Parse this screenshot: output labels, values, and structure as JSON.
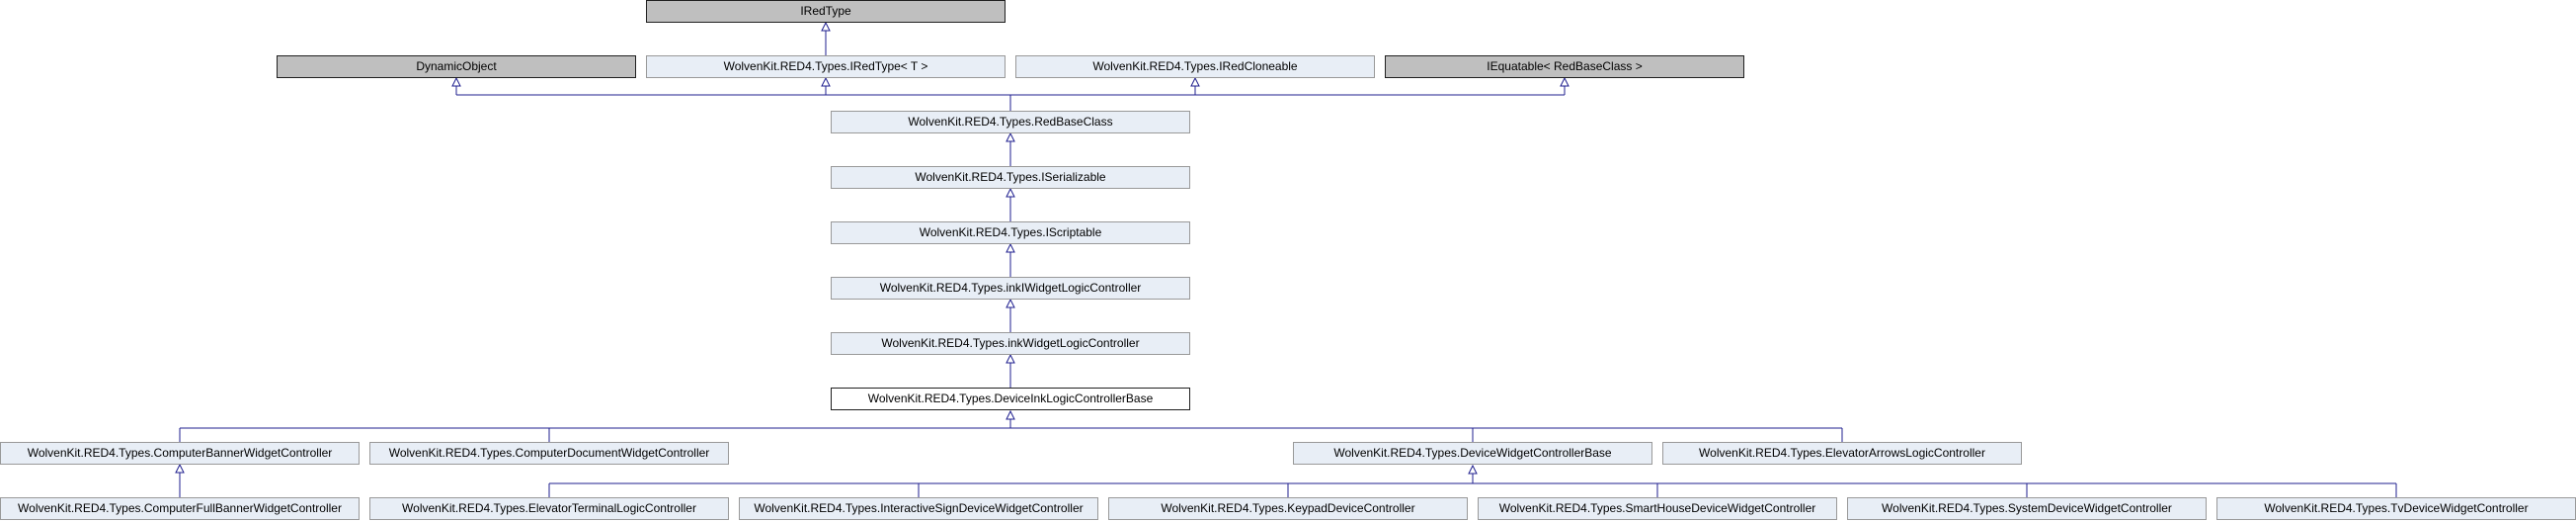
{
  "colors": {
    "edge": "#1f1f8f",
    "node_fill": "#e8eef6",
    "external_fill": "#bfbfbf",
    "focus_fill": "#ffffff"
  },
  "nodes": {
    "iredtype": "IRedType",
    "dynamicobject": "DynamicObject",
    "iredtype_t": "WolvenKit.RED4.Types.IRedType< T >",
    "iredcloneable": "WolvenKit.RED4.Types.IRedCloneable",
    "iequatable": "IEquatable< RedBaseClass >",
    "redbaseclass": "WolvenKit.RED4.Types.RedBaseClass",
    "iserializable": "WolvenKit.RED4.Types.ISerializable",
    "iscriptable": "WolvenKit.RED4.Types.IScriptable",
    "inkiwidgetlogiccontroller": "WolvenKit.RED4.Types.inkIWidgetLogicController",
    "inkwidgetlogiccontroller": "WolvenKit.RED4.Types.inkWidgetLogicController",
    "deviceinklogiccontrollerbase": "WolvenKit.RED4.Types.DeviceInkLogicControllerBase",
    "computerbannerwidgetcontroller": "WolvenKit.RED4.Types.ComputerBannerWidgetController",
    "computerdocumentwidgetcontroller": "WolvenKit.RED4.Types.ComputerDocumentWidgetController",
    "devicewidgetcontrollerbase": "WolvenKit.RED4.Types.DeviceWidgetControllerBase",
    "elevatorarrowslogiccontroller": "WolvenKit.RED4.Types.ElevatorArrowsLogicController",
    "computerfullbannerwidgetcontroller": "WolvenKit.RED4.Types.ComputerFullBannerWidgetController",
    "elevatorterminallogiccontroller": "WolvenKit.RED4.Types.ElevatorTerminalLogicController",
    "interactivesigndevicewidgetcontroller": "WolvenKit.RED4.Types.InteractiveSignDeviceWidgetController",
    "keypaddevicecontroller": "WolvenKit.RED4.Types.KeypadDeviceController",
    "smarthousedevicewidgetcontroller": "WolvenKit.RED4.Types.SmartHouseDeviceWidgetController",
    "systemdevicewidgetcontroller": "WolvenKit.RED4.Types.SystemDeviceWidgetController",
    "tvdevicewidgetcontroller": "WolvenKit.RED4.Types.TvDeviceWidgetController"
  }
}
